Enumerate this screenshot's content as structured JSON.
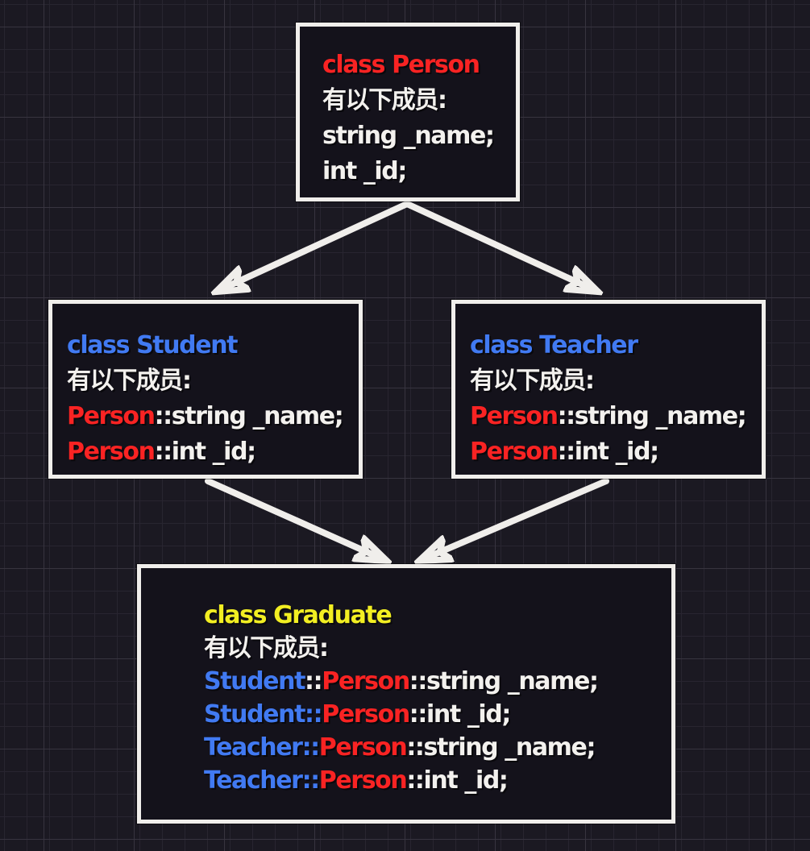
{
  "colors": {
    "red": "#f92323",
    "blue": "#417af2",
    "yellow": "#f2ee22",
    "white": "#f3f1ee",
    "box_background": "#14121b",
    "box_border": "#f0eeeb",
    "page_background": "#1b1922"
  },
  "boxes": {
    "person": {
      "name": "class Person",
      "lines": [
        [
          {
            "text": "class Person",
            "color": "red"
          }
        ],
        [
          {
            "text": "有以下成员:",
            "color": "white"
          }
        ],
        [
          {
            "text": "string _name;",
            "color": "white"
          }
        ],
        [
          {
            "text": "int _id;",
            "color": "white"
          }
        ]
      ]
    },
    "student": {
      "name": "class Student",
      "lines": [
        [
          {
            "text": "class Student",
            "color": "blue"
          }
        ],
        [
          {
            "text": "有以下成员:",
            "color": "white"
          }
        ],
        [
          {
            "text": "Person",
            "color": "red"
          },
          {
            "text": "::string _name;",
            "color": "white"
          }
        ],
        [
          {
            "text": "Person",
            "color": "red"
          },
          {
            "text": "::int _id;",
            "color": "white"
          }
        ]
      ]
    },
    "teacher": {
      "name": "class Teacher",
      "lines": [
        [
          {
            "text": "class Teacher",
            "color": "blue"
          }
        ],
        [
          {
            "text": "有以下成员:",
            "color": "white"
          }
        ],
        [
          {
            "text": "Person",
            "color": "red"
          },
          {
            "text": "::string _name;",
            "color": "white"
          }
        ],
        [
          {
            "text": "Person",
            "color": "red"
          },
          {
            "text": "::int _id;",
            "color": "white"
          }
        ]
      ]
    },
    "graduate": {
      "name": "class Graduate",
      "lines": [
        [
          {
            "text": "class Graduate",
            "color": "yellow"
          }
        ],
        [
          {
            "text": "有以下成员:",
            "color": "white"
          }
        ],
        [
          {
            "text": "Student",
            "color": "blue"
          },
          {
            "text": "::",
            "color": "white"
          },
          {
            "text": "Person",
            "color": "red"
          },
          {
            "text": "::string _name;",
            "color": "white"
          }
        ],
        [
          {
            "text": "Student",
            "color": "blue"
          },
          {
            "text": "::",
            "color": "blue"
          },
          {
            "text": "Person",
            "color": "red"
          },
          {
            "text": "::int _id;",
            "color": "white"
          }
        ],
        [
          {
            "text": "Teacher",
            "color": "blue"
          },
          {
            "text": "::",
            "color": "blue"
          },
          {
            "text": "Person",
            "color": "red"
          },
          {
            "text": "::string _name;",
            "color": "white"
          }
        ],
        [
          {
            "text": "Teacher",
            "color": "blue"
          },
          {
            "text": "::",
            "color": "blue"
          },
          {
            "text": "Person",
            "color": "red"
          },
          {
            "text": "::int _id;",
            "color": "white"
          }
        ]
      ]
    }
  },
  "edges": [
    {
      "from": "person",
      "to": "student"
    },
    {
      "from": "person",
      "to": "teacher"
    },
    {
      "from": "student",
      "to": "graduate"
    },
    {
      "from": "teacher",
      "to": "graduate"
    }
  ]
}
